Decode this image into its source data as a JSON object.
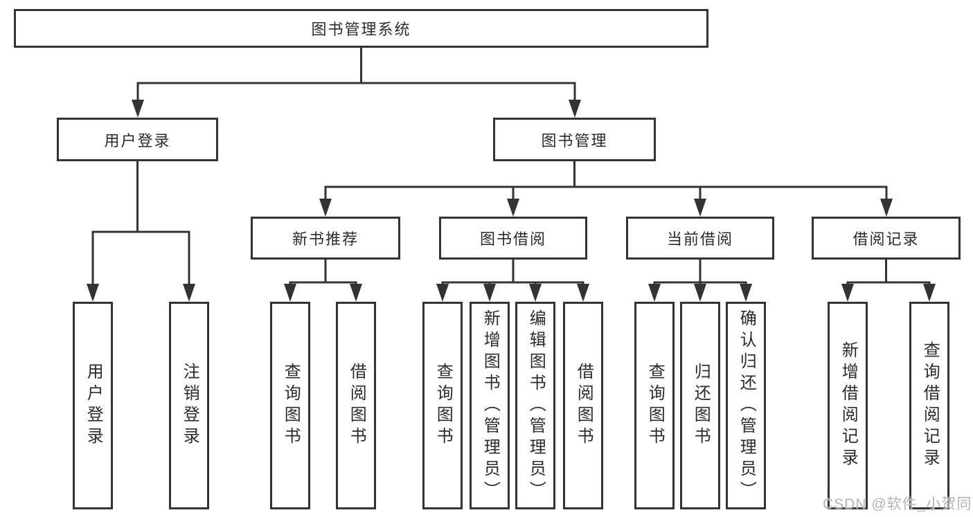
{
  "diagram_title": "图书管理系统",
  "colors": {
    "line": "#333333",
    "text": "#2b2b2b",
    "watermark": "#b3b3b3",
    "background": "#ffffff"
  },
  "watermark": {
    "text": "CSDN @软件_小贺同学"
  },
  "tree": {
    "label": "图书管理系统",
    "children": [
      {
        "label": "用户登录",
        "children": [
          {
            "label": "用户登录"
          },
          {
            "label": "注销登录"
          }
        ]
      },
      {
        "label": "图书管理",
        "children": [
          {
            "label": "新书推荐",
            "children": [
              {
                "label": "查询图书"
              },
              {
                "label": "借阅图书"
              }
            ]
          },
          {
            "label": "图书借阅",
            "children": [
              {
                "label": "查询图书"
              },
              {
                "label": "新增图书（管理员）"
              },
              {
                "label": "编辑图书（管理员）"
              },
              {
                "label": "借阅图书"
              }
            ]
          },
          {
            "label": "当前借阅",
            "children": [
              {
                "label": "查询图书"
              },
              {
                "label": "归还图书"
              },
              {
                "label": "确认归还（管理员）"
              }
            ]
          },
          {
            "label": "借阅记录",
            "children": [
              {
                "label": "新增借阅记录"
              },
              {
                "label": "查询借阅记录"
              }
            ]
          }
        ]
      }
    ]
  }
}
